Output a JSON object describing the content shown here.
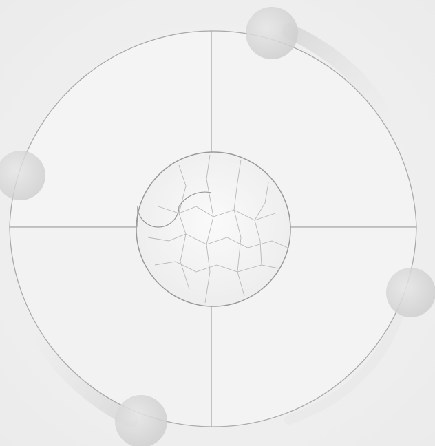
{
  "diagram": {
    "segments": [
      {
        "id": "top-left"
      },
      {
        "id": "top-right"
      },
      {
        "id": "bottom-left"
      },
      {
        "id": "bottom-right"
      }
    ],
    "center": {
      "pattern": "cracked-surface"
    }
  }
}
